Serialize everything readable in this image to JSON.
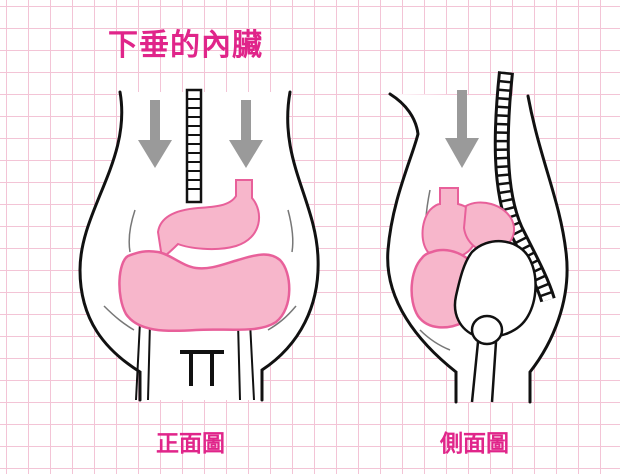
{
  "title": "下垂的內臟",
  "front_view": {
    "label": "正面圖"
  },
  "side_view": {
    "label": "側面圖"
  },
  "colors": {
    "accent_text": "#e0258a",
    "organ_fill": "#f7b6cb",
    "organ_stroke": "#e8609a",
    "arrow_gray": "#9a9a9a",
    "grid_line": "#f3c4d6"
  }
}
